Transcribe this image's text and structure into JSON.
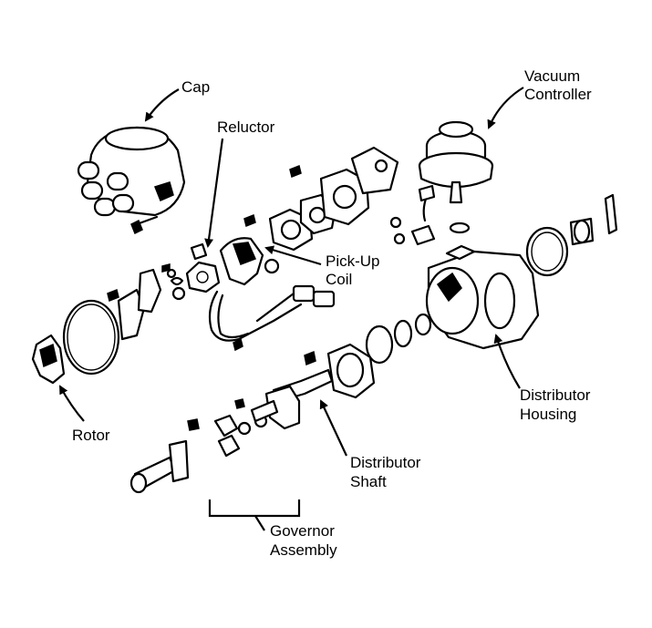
{
  "labels": {
    "cap": "Cap",
    "reluctor": "Reluctor",
    "vacuum_controller_1": "Vacuum",
    "vacuum_controller_2": "Controller",
    "pickup_coil_1": "Pick-Up",
    "pickup_coil_2": "Coil",
    "distributor_housing_1": "Distributor",
    "distributor_housing_2": "Housing",
    "rotor": "Rotor",
    "distributor_shaft_1": "Distributor",
    "distributor_shaft_2": "Shaft",
    "governor_assembly_1": "Governor",
    "governor_assembly_2": "Assembly"
  }
}
